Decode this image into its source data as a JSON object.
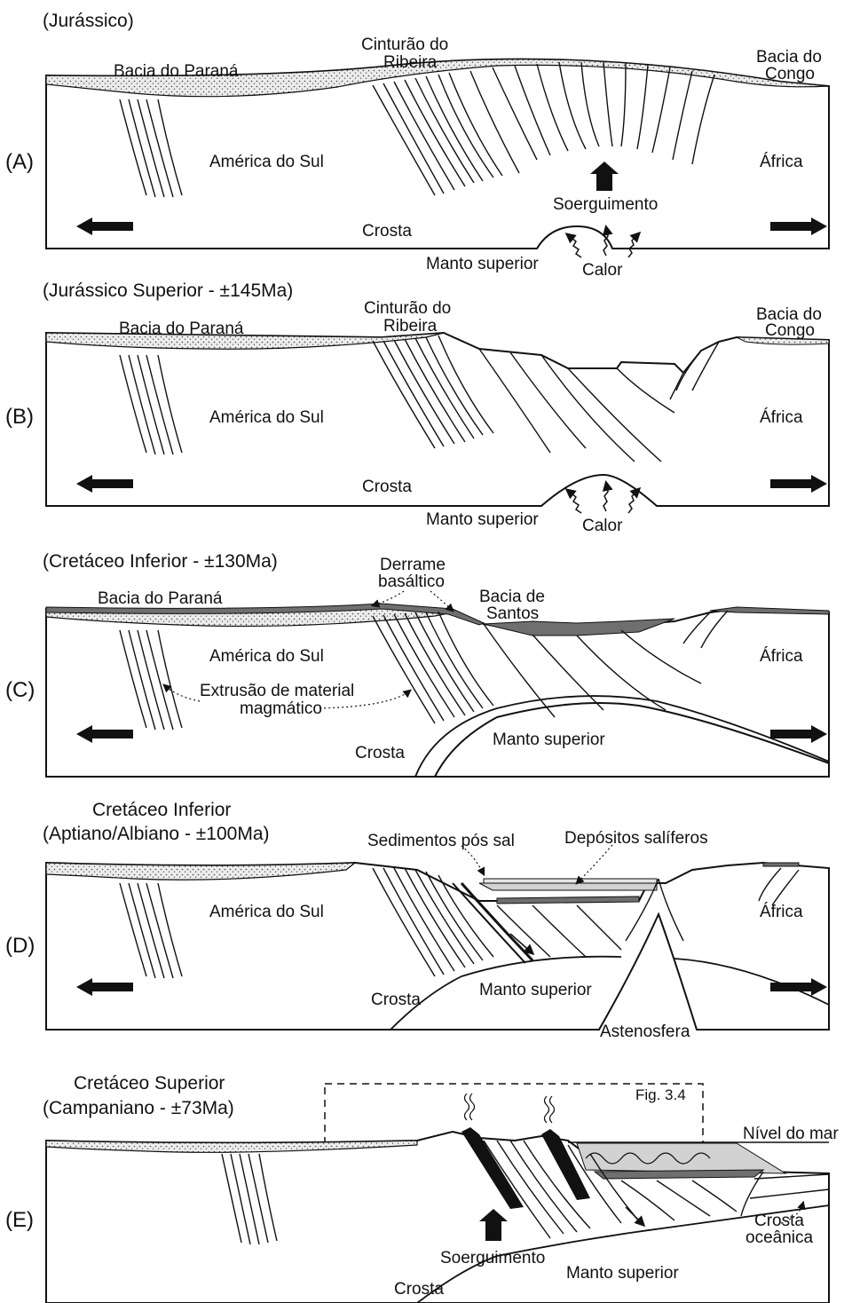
{
  "panels": [
    {
      "letter": "(A)",
      "title": "(Jurássico)",
      "bacia_parana": "Bacia do Paraná",
      "cinturao_1": "Cinturão do",
      "cinturao_2": "Ribeira",
      "congo_1": "Bacia do",
      "congo_2": "Congo",
      "america": "América do Sul",
      "africa": "África",
      "soerguimento": "Soerguimento",
      "crosta": "Crosta",
      "manto": "Manto superior",
      "calor": "Calor"
    },
    {
      "letter": "(B)",
      "title": "(Jurássico Superior - ±145Ma)",
      "bacia_parana": "Bacia do Paraná",
      "cinturao_1": "Cinturão do",
      "cinturao_2": "Ribeira",
      "congo_1": "Bacia do",
      "congo_2": "Congo",
      "america": "América do Sul",
      "africa": "África",
      "crosta": "Crosta",
      "manto": "Manto superior",
      "calor": "Calor"
    },
    {
      "letter": "(C)",
      "title": "(Cretáceo Inferior - ±130Ma)",
      "bacia_parana": "Bacia do Paraná",
      "derrame_1": "Derrame",
      "derrame_2": "basáltico",
      "santos_1": "Bacia de",
      "santos_2": "Santos",
      "america": "América do Sul",
      "africa": "África",
      "extrusao_1": "Extrusão de material",
      "extrusao_2": "magmático",
      "manto": "Manto superior",
      "crosta": "Crosta"
    },
    {
      "letter": "(D)",
      "title_1": "Cretáceo Inferior",
      "title_2": "(Aptiano/Albiano - ±100Ma)",
      "sedimentos": "Sedimentos pós sal",
      "depositos": "Depósitos salíferos",
      "america": "América do Sul",
      "africa": "África",
      "manto": "Manto superior",
      "crosta": "Crosta",
      "astenosfera": "Astenosfera"
    },
    {
      "letter": "(E)",
      "title_1": "Cretáceo Superior",
      "title_2": "(Campaniano - ±73Ma)",
      "fig": "Fig. 3.4",
      "nivel_mar": "Nível do mar",
      "crosta_oc_1": "Crosta",
      "crosta_oc_2": "oceânica",
      "soerguimento": "Soerguimento",
      "manto": "Manto superior",
      "crosta": "Crosta"
    }
  ],
  "colors": {
    "line": "#111111",
    "basalt": "#6f6f6f",
    "salt": "#d2d2d2",
    "sediment": "#e6e6e6"
  }
}
